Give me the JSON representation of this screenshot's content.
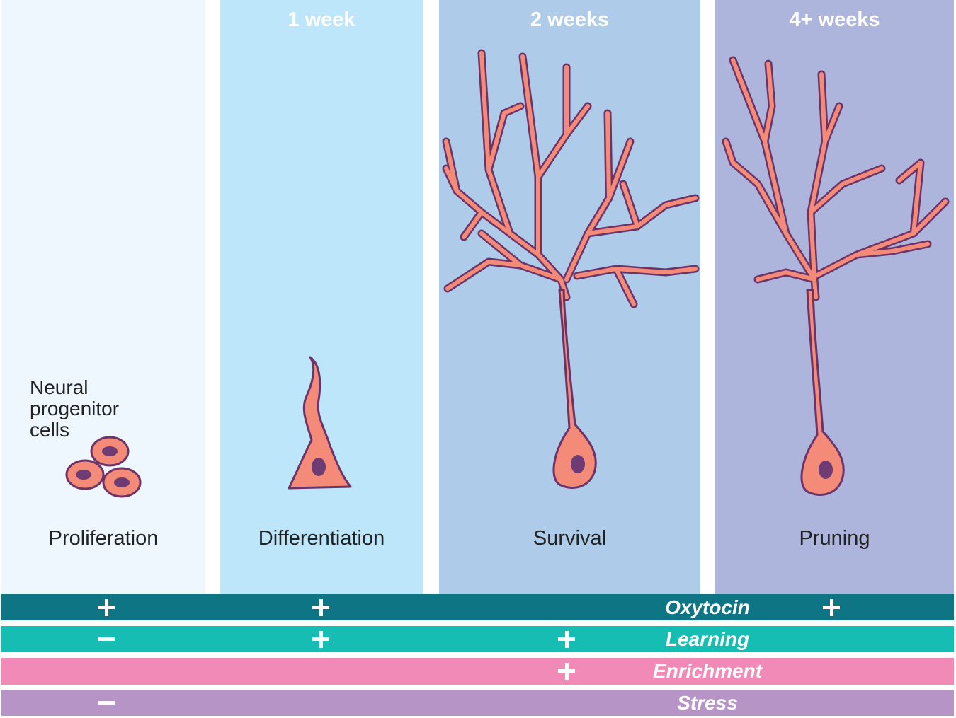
{
  "columns": [
    {
      "header": "",
      "label": "Proliferation",
      "color": "#edf7fd"
    },
    {
      "header": "1 week",
      "label": "Differentiation",
      "color": "#bde6fb"
    },
    {
      "header": "2 weeks",
      "label": "Survival",
      "color": "#aecbea"
    },
    {
      "header": "4+ weeks",
      "label": "Pruning",
      "color": "#adb5dc"
    }
  ],
  "cells_label_lines": [
    "Neural",
    "progenitor",
    "cells"
  ],
  "colors": {
    "cell_fill": "#f48a78",
    "cell_outline": "#6b3368",
    "nucleus": "#6e3b74"
  },
  "factors": [
    {
      "name": "Oxytocin",
      "color": "#0e7585",
      "effects": [
        "+",
        "+",
        "",
        "+"
      ]
    },
    {
      "name": "Learning",
      "color": "#16bdb3",
      "effects": [
        "−",
        "+",
        "+",
        ""
      ]
    },
    {
      "name": "Enrichment",
      "color": "#f28ab8",
      "effects": [
        "",
        "",
        "+",
        ""
      ]
    },
    {
      "name": "Stress",
      "color": "#b794c6",
      "effects": [
        "−",
        "",
        "",
        ""
      ]
    }
  ]
}
